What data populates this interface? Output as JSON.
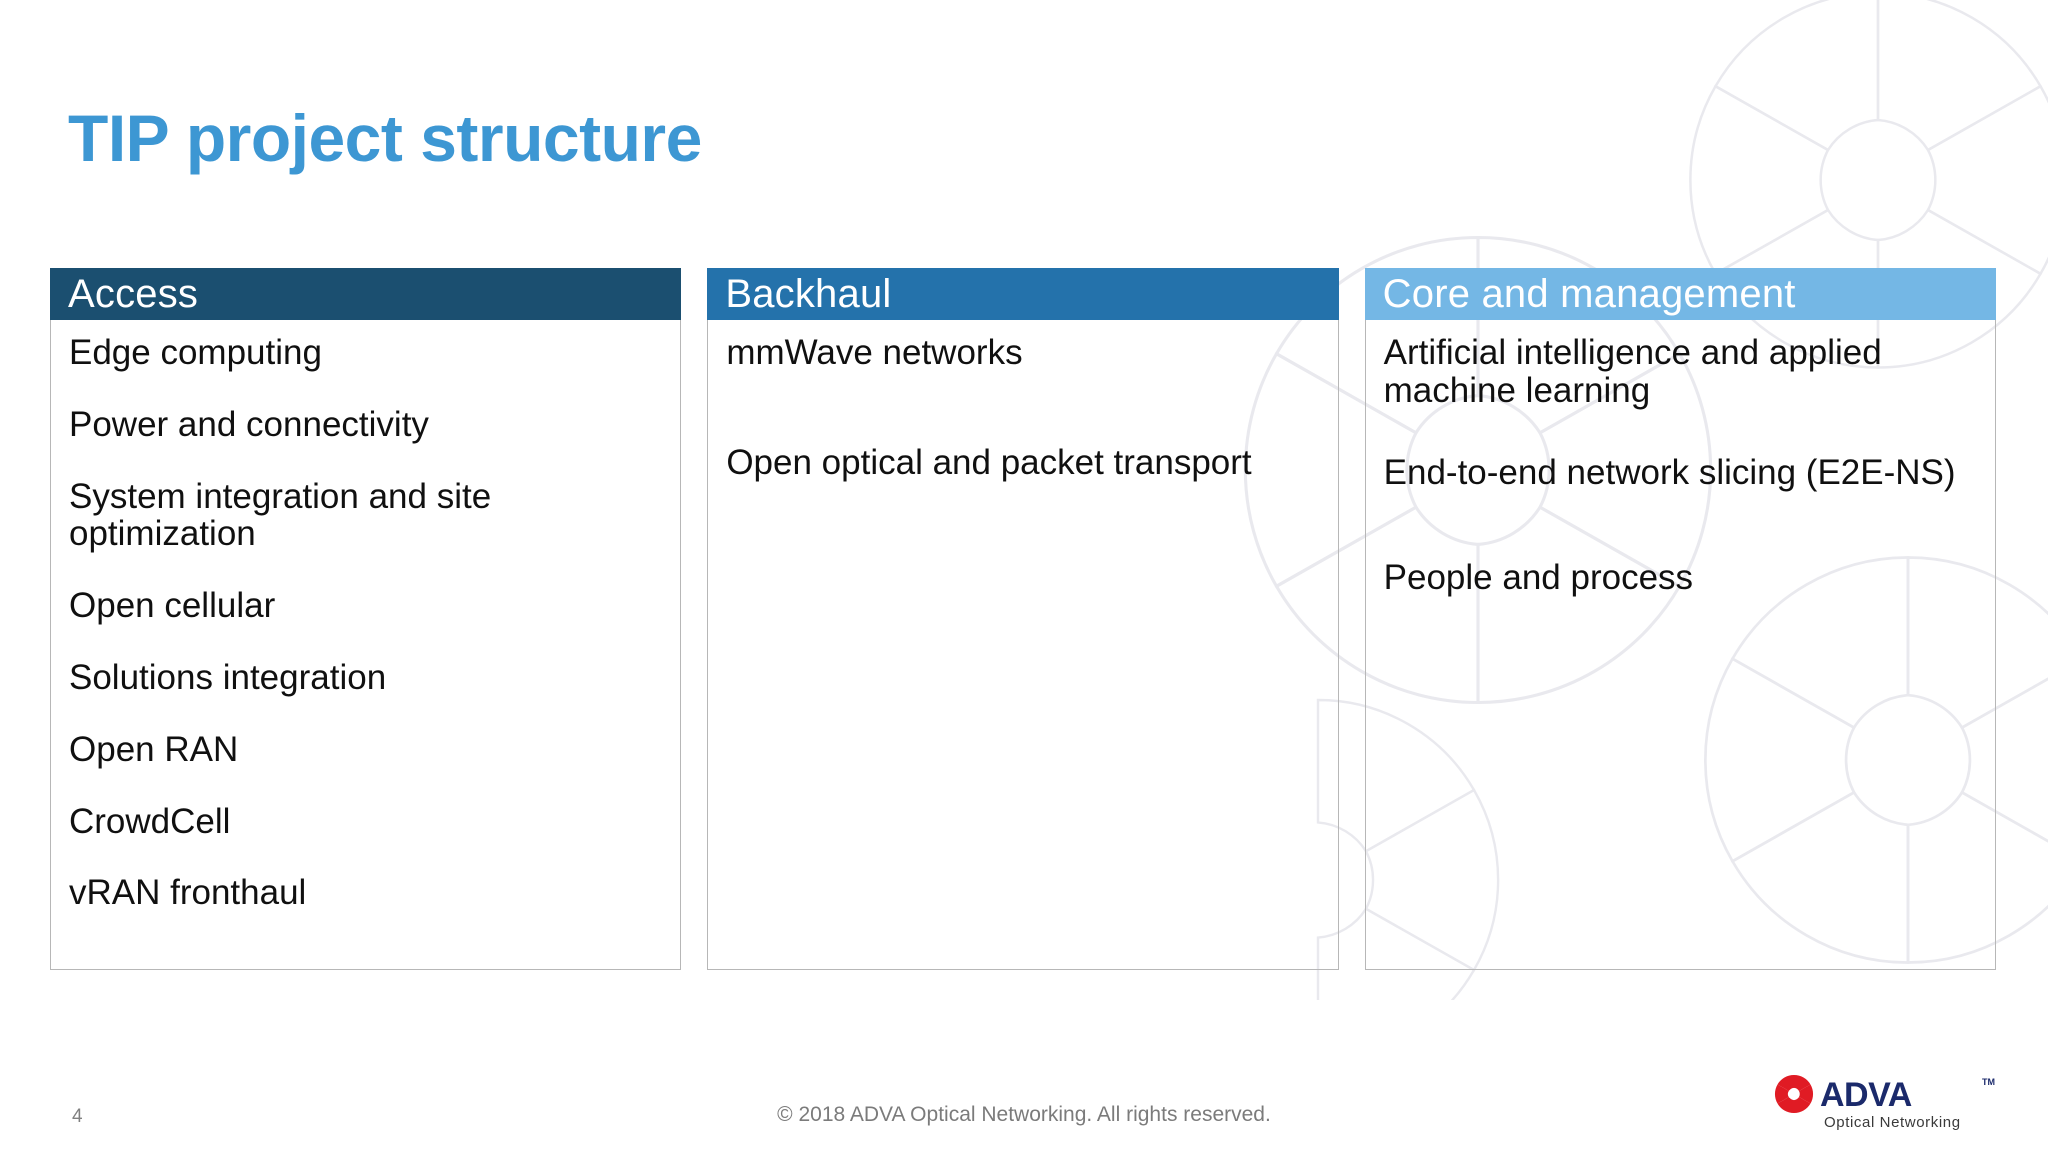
{
  "slide": {
    "title": "TIP project structure",
    "page_number": "4",
    "copyright": "© 2018 ADVA Optical Networking. All rights reserved."
  },
  "colors": {
    "title_blue": "#3D97D3",
    "access_header": "#1B4F70",
    "backhaul_header": "#2472AB",
    "core_header": "#74B7E5",
    "body_text": "#101010",
    "box_border": "#B7B7B7",
    "footer_text": "#7B7B7B",
    "logo_navy": "#1B2A6B",
    "logo_red": "#E01B24"
  },
  "columns": [
    {
      "header": "Access",
      "items": [
        "Edge computing",
        "Power and connectivity",
        "System integration and site optimization",
        "Open cellular",
        "Solutions integration",
        "Open RAN",
        "CrowdCell",
        "vRAN fronthaul"
      ]
    },
    {
      "header": "Backhaul",
      "items": [
        "mmWave networks",
        "Open optical and packet transport"
      ]
    },
    {
      "header": "Core and management",
      "items": [
        "Artificial intelligence and applied machine learning",
        "End-to-end network slicing (E2E-NS)",
        "People and process"
      ]
    }
  ],
  "logo": {
    "wordmark": "ADVA",
    "trademark": "TM",
    "tagline": "Optical Networking"
  }
}
